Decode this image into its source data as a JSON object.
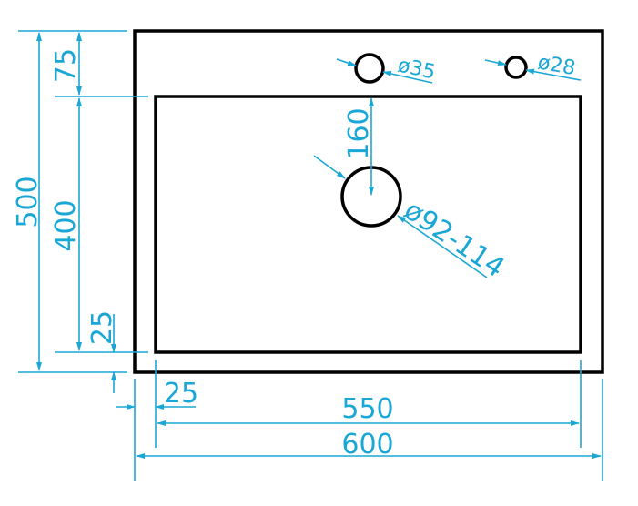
{
  "diagram": {
    "dimensions": {
      "total_height": "500",
      "top_offset": "75",
      "bowl_height": "400",
      "bottom_offset": "25",
      "side_offset": "25",
      "bowl_width": "550",
      "total_width": "600",
      "drain_offset": "160"
    },
    "holes": {
      "faucet_hole": "ø35",
      "small_hole": "ø28",
      "drain_hole": "ø92-114"
    },
    "colors": {
      "dimension": "#1aa7d6",
      "outline": "#000000"
    }
  }
}
